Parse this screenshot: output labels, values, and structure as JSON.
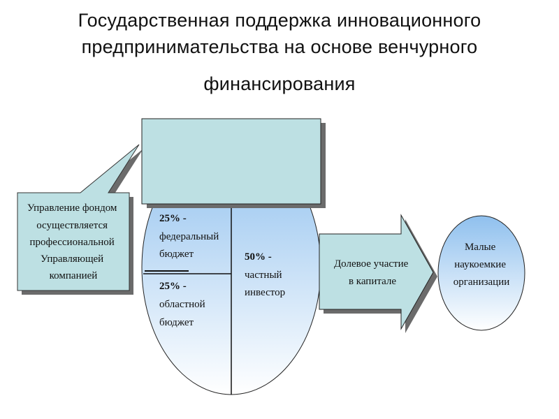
{
  "title": {
    "line1": "Государственная поддержка инновационного",
    "line2": "предпринимательства на основе венчурного",
    "line3": "финансирования"
  },
  "fund_box": {
    "text": ""
  },
  "callout": {
    "lines": [
      "Управление фондом",
      "осуществляется",
      "профессиональной",
      "Управляющей",
      "компанией"
    ]
  },
  "funding_ellipse": {
    "federal": {
      "percent": "25% -",
      "lines": [
        "федеральный",
        "бюджет"
      ]
    },
    "regional": {
      "percent": "25% -",
      "lines": [
        "областной",
        "бюджет"
      ]
    },
    "private": {
      "percent": "50% -",
      "lines": [
        "частный",
        "инвестор"
      ]
    }
  },
  "arrow": {
    "lines": [
      "Долевое участие",
      "в капитале"
    ]
  },
  "target_circle": {
    "lines": [
      "Малые",
      "наукоемкие",
      "организации"
    ]
  },
  "colors": {
    "box_fill": "#bde0e3",
    "shadow": "#6b6b6b",
    "ellipse_top": "#8fc0ee",
    "ellipse_bottom": "#ffffff"
  }
}
